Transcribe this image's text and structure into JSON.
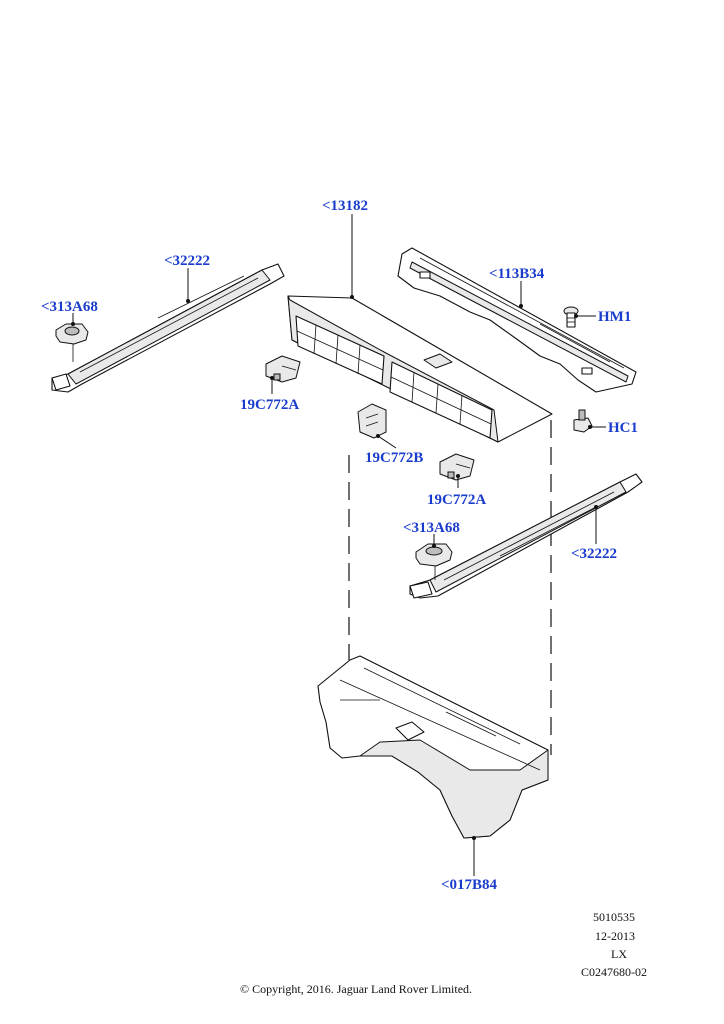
{
  "callouts": {
    "c13182": "<13182",
    "c32222_left": "<32222",
    "c313A68_left": "<313A68",
    "c113B34": "<113B34",
    "cHM1": "HM1",
    "cHC1": "HC1",
    "c19C772A_left": "19C772A",
    "c19C772B": "19C772B",
    "c19C772A_right": "19C772A",
    "c313A68_right": "<313A68",
    "c32222_right": "<32222",
    "c017B84": "<017B84"
  },
  "meta": {
    "code1": "5010535",
    "date": "12-2013",
    "model": "LX",
    "drawing": "C0247680-02",
    "copyright": "© Copyright, 2016. Jaguar Land Rover Limited."
  }
}
